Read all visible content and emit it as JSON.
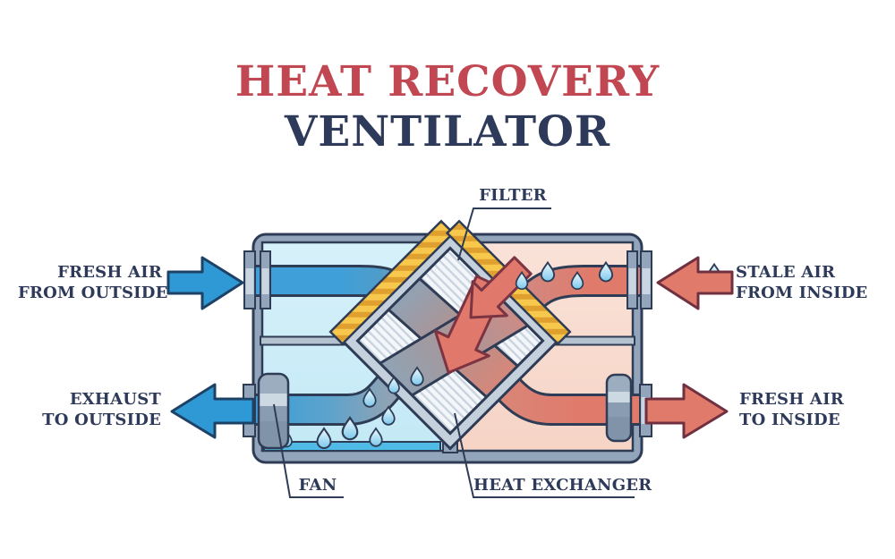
{
  "title": {
    "line1": "HEAT RECOVERY",
    "line2": "VENTILATOR"
  },
  "labels": {
    "fresh_intake": {
      "line1": "FRESH AIR",
      "line2": "FROM OUTSIDE"
    },
    "stale_intake": {
      "line1": "STALE AIR",
      "line2": "FROM INSIDE"
    },
    "exhaust_out": {
      "line1": "EXHAUST",
      "line2": "TO OUTSIDE"
    },
    "fresh_supply": {
      "line1": "FRESH AIR",
      "line2": "TO INSIDE"
    }
  },
  "components": {
    "filter": "FILTER",
    "fan": "FAN",
    "heat_exchanger": "HEAT EXCHANGER"
  },
  "icons": {
    "fresh-air-arrow-icon": "thick blue arrow pointing right into unit",
    "stale-air-arrow-icon": "thick salmon arrow pointing left into unit",
    "exhaust-arrow-icon": "thick blue arrow pointing left out of unit",
    "supply-air-arrow-icon": "thick salmon arrow pointing right out of unit",
    "heat-transfer-arrow-icon": "bent salmon arrow across exchanger core",
    "condensation-droplet-icon": "blue water teardrop"
  },
  "colors": {
    "title_red": "#c14752",
    "text_navy": "#2e3a59",
    "outline_navy": "#2e3c55",
    "fresh_blue": "#3f9fd8",
    "warm_salmon": "#e07a6b",
    "cold_chamber": "#cdeef8",
    "warm_chamber": "#f8dacd",
    "filter_yellow": "#f7c84b",
    "filter_stripe": "#dfa030",
    "frame_gray": "#93a5bb",
    "droplet_blue": "#bfe7f6",
    "pool_blue": "#4fbbe6"
  }
}
